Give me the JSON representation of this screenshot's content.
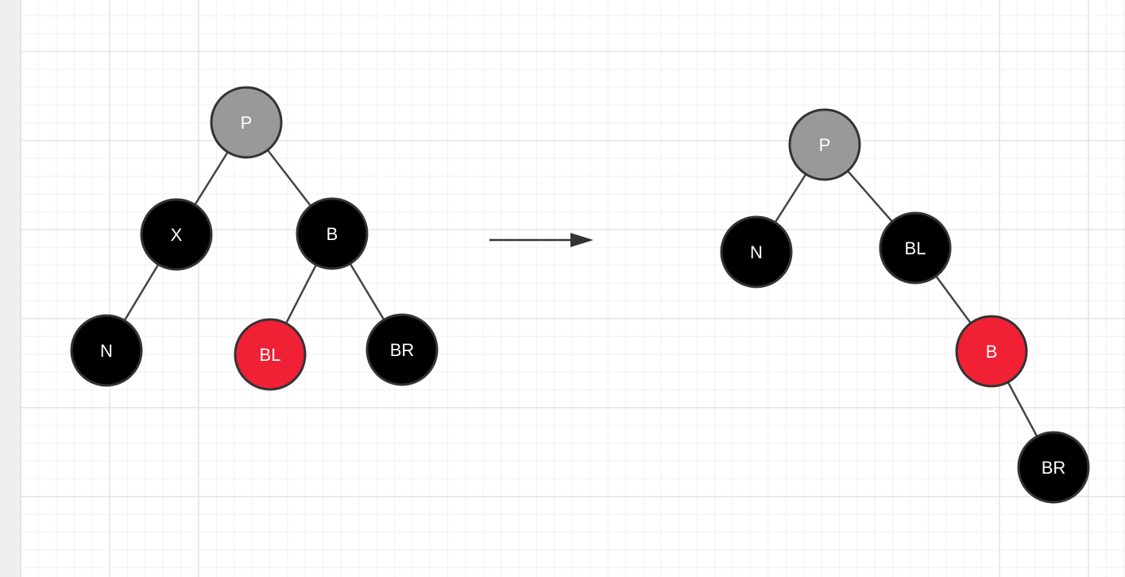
{
  "colors": {
    "black_node": "#000000",
    "red_node": "#f02035",
    "gray_node": "#999999",
    "outline": "#333333",
    "edge": "#444444",
    "arrow": "#333333",
    "grid_minor": "#f1f1f1",
    "grid_major": "#e2e2e2"
  },
  "before_tree": {
    "nodes": [
      {
        "id": "p",
        "label": "P",
        "color": "gray"
      },
      {
        "id": "x",
        "label": "X",
        "color": "black"
      },
      {
        "id": "b",
        "label": "B",
        "color": "black"
      },
      {
        "id": "n",
        "label": "N",
        "color": "black"
      },
      {
        "id": "bl",
        "label": "BL",
        "color": "red"
      },
      {
        "id": "br",
        "label": "BR",
        "color": "black"
      }
    ],
    "edges": [
      [
        "p",
        "x"
      ],
      [
        "p",
        "b"
      ],
      [
        "x",
        "n"
      ],
      [
        "b",
        "bl"
      ],
      [
        "b",
        "br"
      ]
    ]
  },
  "after_tree": {
    "nodes": [
      {
        "id": "p",
        "label": "P",
        "color": "gray"
      },
      {
        "id": "n",
        "label": "N",
        "color": "black"
      },
      {
        "id": "bl",
        "label": "BL",
        "color": "black"
      },
      {
        "id": "b",
        "label": "B",
        "color": "red"
      },
      {
        "id": "br",
        "label": "BR",
        "color": "black"
      }
    ],
    "edges": [
      [
        "p",
        "n"
      ],
      [
        "p",
        "bl"
      ],
      [
        "bl",
        "b"
      ],
      [
        "b",
        "br"
      ]
    ]
  },
  "transition": {
    "icon": "right-arrow-icon"
  }
}
